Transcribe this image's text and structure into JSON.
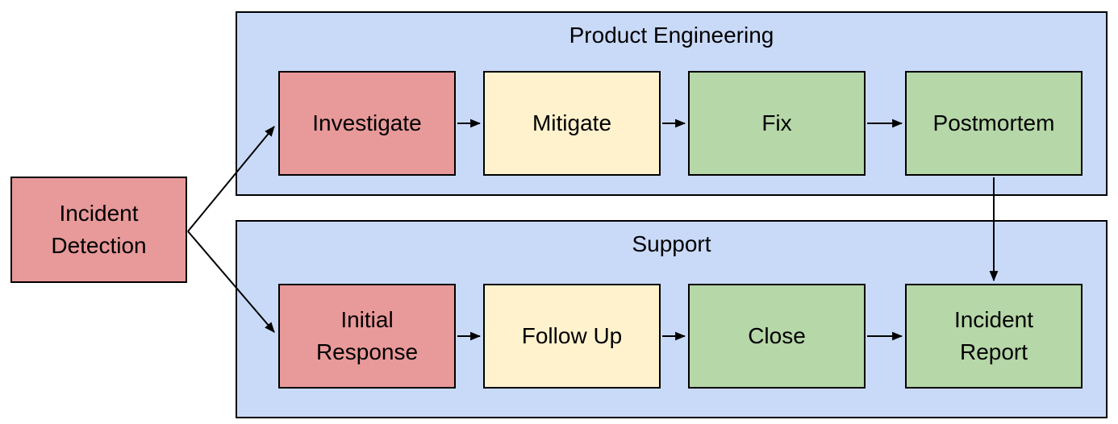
{
  "diagram": {
    "background": "#ffffff",
    "border_color": "#000000",
    "colors": {
      "lane_fill": "#C9DAF8",
      "node_red": "#E89999",
      "node_yellow": "#FFF2CC",
      "node_green": "#B6D7A8"
    },
    "start_node": {
      "id": "incident-detection",
      "label": "Incident\nDetection",
      "fill": "#E89999"
    },
    "lanes": [
      {
        "id": "product-engineering",
        "title": "Product Engineering",
        "fill": "#C9DAF8",
        "nodes": [
          {
            "id": "investigate",
            "label": "Investigate",
            "fill": "#E89999"
          },
          {
            "id": "mitigate",
            "label": "Mitigate",
            "fill": "#FFF2CC"
          },
          {
            "id": "fix",
            "label": "Fix",
            "fill": "#B6D7A8"
          },
          {
            "id": "postmortem",
            "label": "Postmortem",
            "fill": "#B6D7A8"
          }
        ]
      },
      {
        "id": "support",
        "title": "Support",
        "fill": "#C9DAF8",
        "nodes": [
          {
            "id": "initial-response",
            "label": "Initial\nResponse",
            "fill": "#E89999"
          },
          {
            "id": "follow-up",
            "label": "Follow Up",
            "fill": "#FFF2CC"
          },
          {
            "id": "close",
            "label": "Close",
            "fill": "#B6D7A8"
          },
          {
            "id": "incident-report",
            "label": "Incident\nReport",
            "fill": "#B6D7A8"
          }
        ]
      }
    ],
    "edges": [
      {
        "from": "incident-detection",
        "to": "investigate"
      },
      {
        "from": "incident-detection",
        "to": "initial-response"
      },
      {
        "from": "investigate",
        "to": "mitigate"
      },
      {
        "from": "mitigate",
        "to": "fix"
      },
      {
        "from": "fix",
        "to": "postmortem"
      },
      {
        "from": "initial-response",
        "to": "follow-up"
      },
      {
        "from": "follow-up",
        "to": "close"
      },
      {
        "from": "close",
        "to": "incident-report"
      },
      {
        "from": "postmortem",
        "to": "incident-report"
      }
    ]
  }
}
